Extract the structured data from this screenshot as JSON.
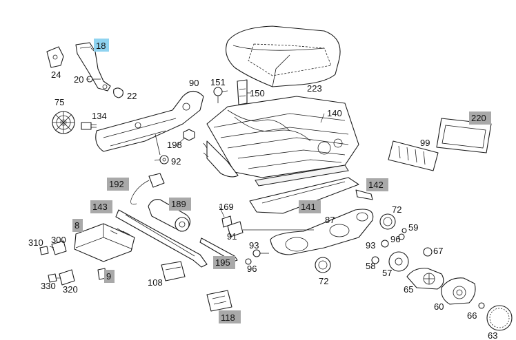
{
  "parts": {
    "p18": "18",
    "p24": "24",
    "p20": "20",
    "p22": "22",
    "p75": "75",
    "p134": "134",
    "p90": "90",
    "p151": "151",
    "p150": "150",
    "p223": "223",
    "p140": "140",
    "p220": "220",
    "p99": "99",
    "p198": "198",
    "p92": "92",
    "p192": "192",
    "p189": "189",
    "p143": "143",
    "p169": "169",
    "p142": "142",
    "p141": "141",
    "p72a": "72",
    "p87": "87",
    "p8": "8",
    "p91": "91",
    "p59": "59",
    "p96a": "96",
    "p310": "310",
    "p300": "300",
    "p93a": "93",
    "p96b": "96",
    "p93b": "93",
    "p67": "67",
    "p58": "58",
    "p57": "57",
    "p195": "195",
    "p108": "108",
    "p72b": "72",
    "p9": "9",
    "p330": "330",
    "p320": "320",
    "p65": "65",
    "p60": "60",
    "p66": "66",
    "p63": "63",
    "p118": "118"
  },
  "colors": {
    "tag_gray": "#a9a9a9",
    "tag_blue": "#8fd3f0",
    "line": "#1a1a1a"
  }
}
